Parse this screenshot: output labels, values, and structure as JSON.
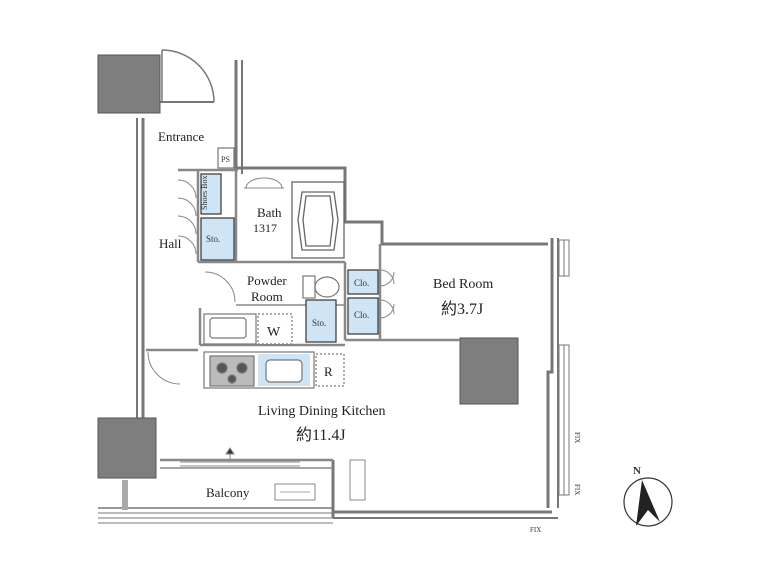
{
  "labels": {
    "entrance": "Entrance",
    "ps": "PS",
    "shoes_box": "Shoes Box",
    "hall": "Hall",
    "hall_storage": "Sto.",
    "bath": "Bath",
    "bath_size": "1317",
    "powder_room_line1": "Powder",
    "powder_room_line2": "Room",
    "washer": "W",
    "powder_storage": "Sto.",
    "closet_upper": "Clo.",
    "closet_lower": "Clo.",
    "refrigerator": "R",
    "bed_room": "Bed Room",
    "bed_room_size": "約3.7J",
    "ldk": "Living Dining Kitchen",
    "ldk_size": "約11.4J",
    "balcony": "Balcony",
    "fix_bottom": "FIX",
    "fix_side_upper": "FIX",
    "fix_side_lower": "FIX",
    "north": "N"
  },
  "colors": {
    "wall": "#8a8a8a",
    "column": "#7a7a7a",
    "storage_blue": "#cfe4f5",
    "line": "#555555"
  }
}
